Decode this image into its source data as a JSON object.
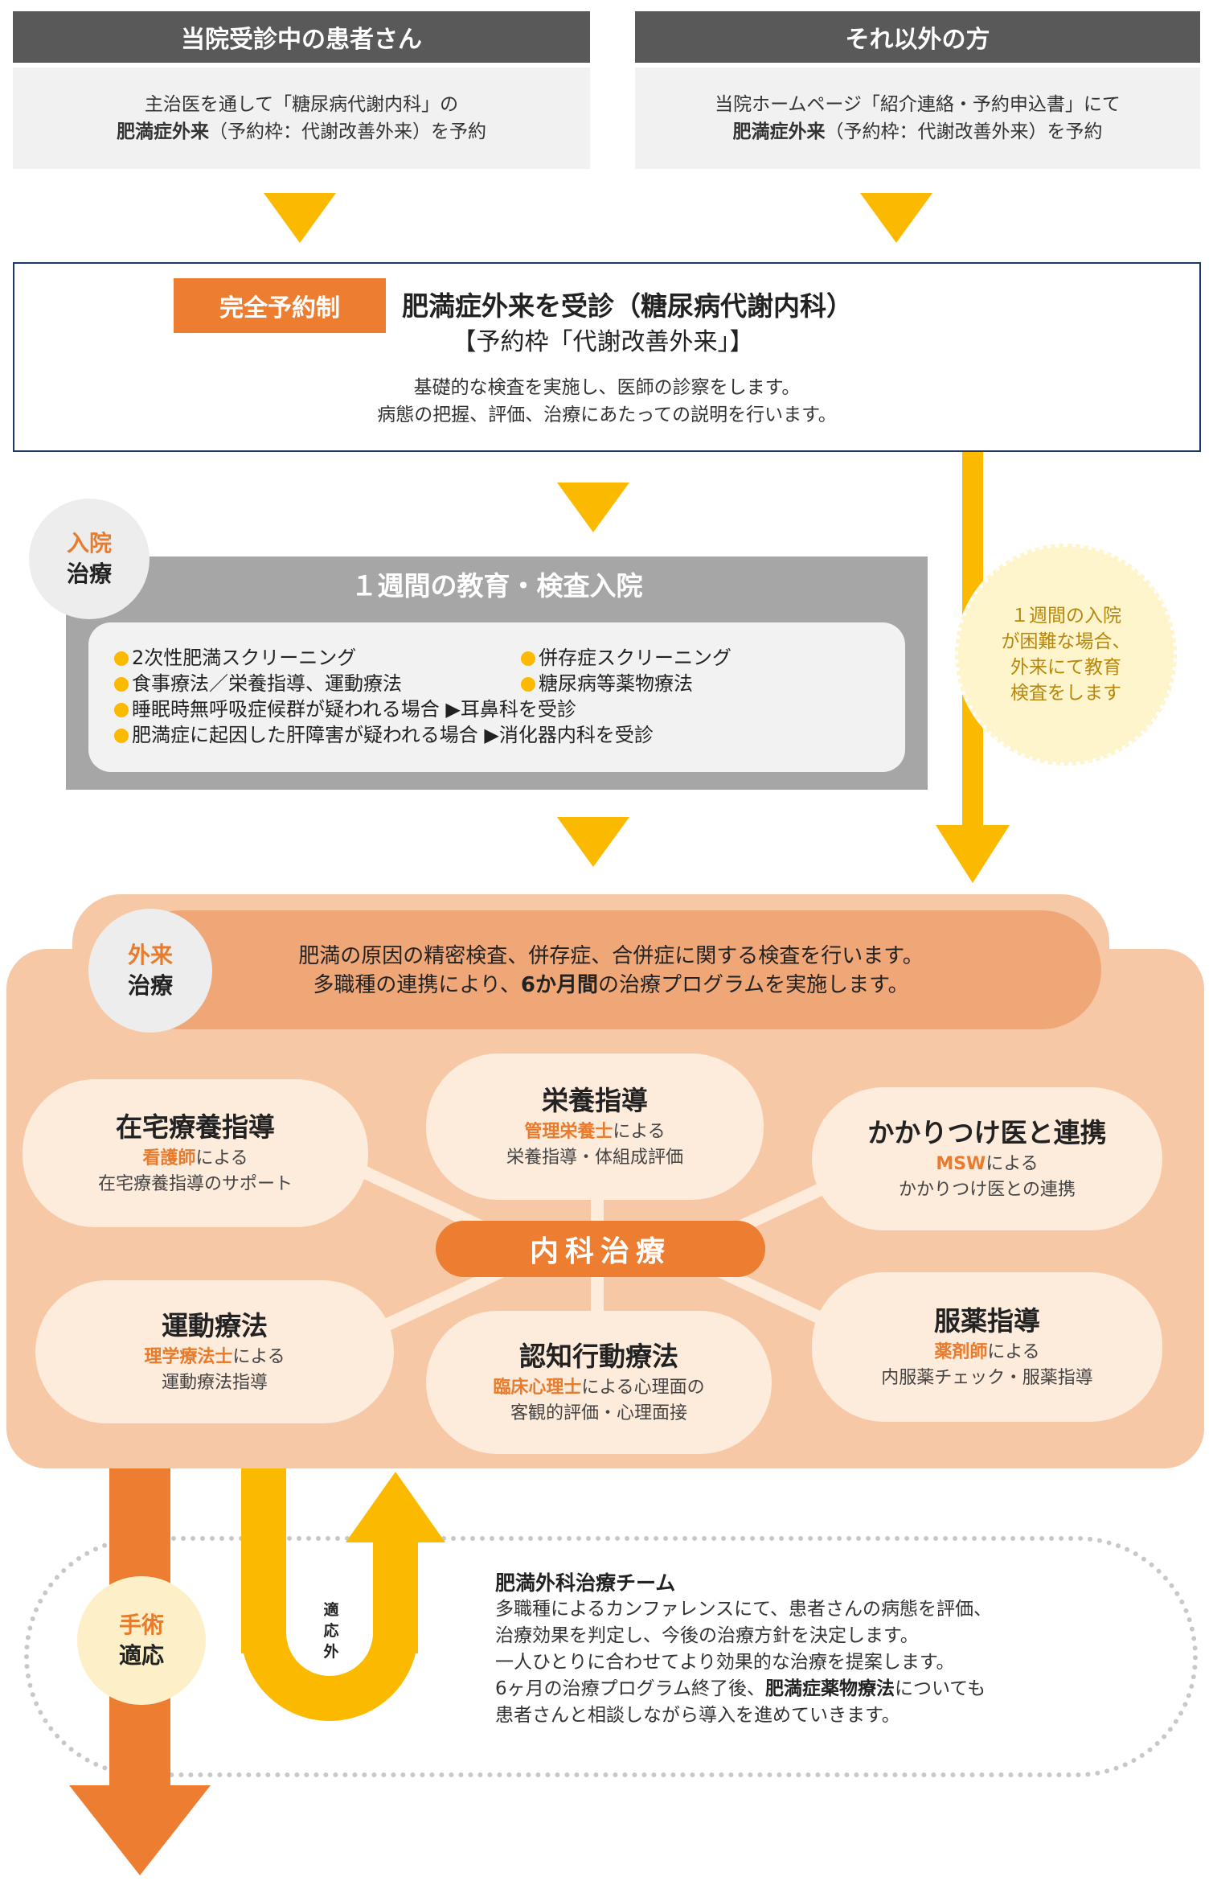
{
  "top": {
    "left_header": "当院受診中の患者さん",
    "left_line1": "主治医を通して「糖尿病代謝内科」の",
    "left_line2_bold": "肥満症外来",
    "left_line2_rest": "（予約枠：代謝改善外来）を予約",
    "right_header": "それ以外の方",
    "right_line1": "当院ホームページ「紹介連絡・予約申込書」にて",
    "right_line2_bold": "肥満症外来",
    "right_line2_rest": "（予約枠：代謝改善外来）を予約"
  },
  "outpatient_visit": {
    "badge": "完全予約制",
    "title": "肥満症外来を受診（糖尿病代謝内科）",
    "subtitle": "【予約枠「代謝改善外来」】",
    "desc1": "基礎的な検査を実施し、医師の診察をします。",
    "desc2": "病態の把握、評価、治療にあたっての説明を行います。"
  },
  "inpatient": {
    "circle_line1": "入院",
    "circle_line2": "治療",
    "title": "１週間の教育・検査入院",
    "items": [
      "2次性肥満スクリーニング",
      "併存症スクリーニング",
      "食事療法／栄養指導、運動療法",
      "糖尿病等薬物療法",
      "睡眠時無呼吸症候群が疑われる場合 ▶耳鼻科を受診",
      "肥満症に起因した肝障害が疑われる場合 ▶消化器内科を受診"
    ]
  },
  "side_note": {
    "line1": "１週間の入院",
    "line2": "が困難な場合、",
    "line3": "外来にて教育",
    "line4": "検査をします"
  },
  "outpatient_treatment": {
    "circle_line1": "外来",
    "circle_line2": "治療",
    "desc1": "肥満の原因の精密検査、併存症、合併症に関する検査を行います。",
    "desc2_a": "多職種の連携により、",
    "desc2_bold": "6か月間",
    "desc2_b": "の治療プログラムを実施します。",
    "center": "内科治療",
    "nodes": {
      "home_care": {
        "title": "在宅療養指導",
        "role": "看護師",
        "role_suffix": "による",
        "desc": "在宅療養指導のサポート"
      },
      "nutrition": {
        "title": "栄養指導",
        "role": "管理栄養士",
        "role_suffix": "による",
        "desc": "栄養指導・体組成評価"
      },
      "gp": {
        "title": "かかりつけ医と連携",
        "role": "MSW",
        "role_suffix": "による",
        "desc": "かかりつけ医との連携"
      },
      "exercise": {
        "title": "運動療法",
        "role": "理学療法士",
        "role_suffix": "による",
        "desc": "運動療法指導"
      },
      "cbt": {
        "title": "認知行動療法",
        "role": "臨床心理士",
        "role_suffix": "による心理面の",
        "desc": "客観的評価・心理面接"
      },
      "medication": {
        "title": "服薬指導",
        "role": "薬剤師",
        "role_suffix": "による",
        "desc": "内服薬チェック・服薬指導"
      }
    }
  },
  "bottom": {
    "surgery_line1": "手術",
    "surgery_line2": "適応",
    "not_indicated": [
      "適",
      "応",
      "外"
    ],
    "team_title": "肥満外科治療チーム",
    "team_line1": "多職種によるカンファレンスにて、患者さんの病態を評価、",
    "team_line2": "治療効果を判定し、今後の治療方針を決定します。",
    "team_line3": "一人ひとりに合わせてより効果的な治療を提案します。",
    "team_line4_a": "6ヶ月の治療プログラム終了後、",
    "team_line4_bold": "肥満症薬物療法",
    "team_line4_b": "についても",
    "team_line5": "患者さんと相談しながら導入を進めていきます。"
  }
}
